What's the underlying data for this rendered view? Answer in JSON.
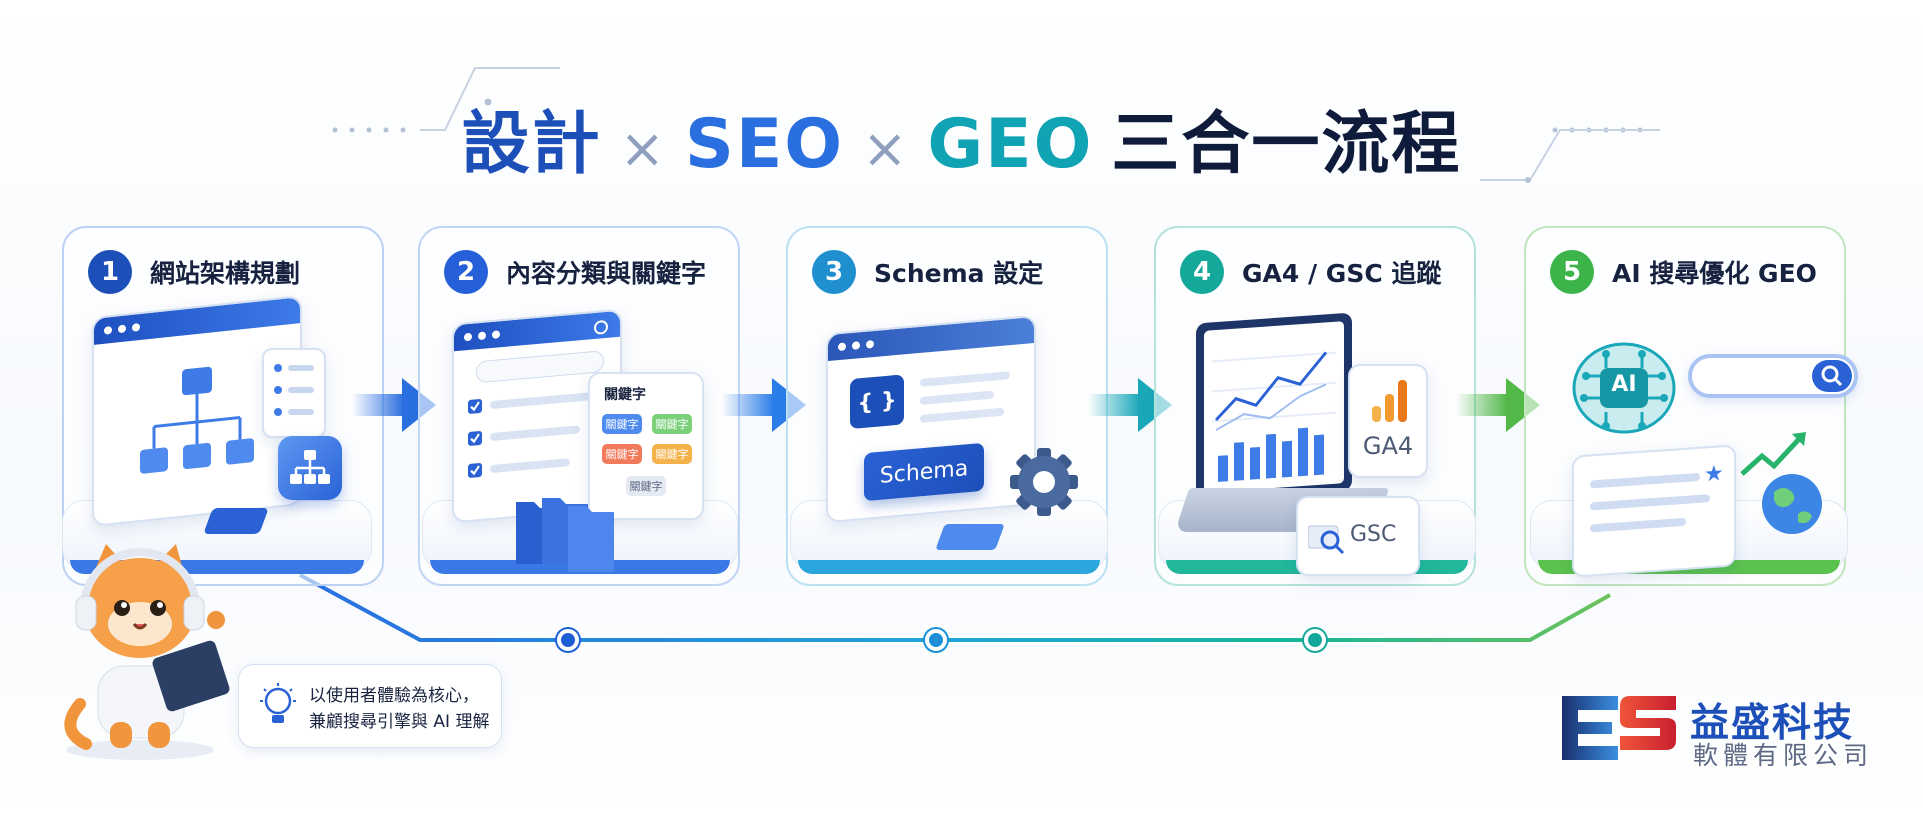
{
  "title": {
    "part1": "設計",
    "sep1": "×",
    "part2": "SEO",
    "sep2": "×",
    "part3": "GEO",
    "part4": "三合一流程"
  },
  "colors": {
    "blue_dark": "#1d4fb8",
    "blue": "#2a6fe0",
    "teal": "#0fa3b3",
    "green": "#3cb44a",
    "navy": "#0f1b3a"
  },
  "steps": [
    {
      "number": "1",
      "label": "網站架構規劃",
      "color": "#1d4fb8"
    },
    {
      "number": "2",
      "label": "內容分類與關鍵字",
      "color": "#2560d8"
    },
    {
      "number": "3",
      "label": "Schema 設定",
      "color": "#1f8fd0"
    },
    {
      "number": "4",
      "label": "GA4 / GSC 追蹤",
      "color": "#14a89a"
    },
    {
      "number": "5",
      "label": "AI 搜尋優化 GEO",
      "color": "#3cb44a"
    }
  ],
  "step2_card": {
    "heading": "關鍵字",
    "tags": [
      "關鍵字",
      "關鍵字",
      "關鍵字",
      "關鍵字",
      "關鍵字"
    ]
  },
  "step3_card": {
    "code_symbol": "{ }",
    "button_label": "Schema"
  },
  "step4_card": {
    "ga4_label": "GA4",
    "gsc_label": "GSC"
  },
  "step5_card": {
    "ai_label": "AI"
  },
  "callout": {
    "line1": "以使用者體驗為核心，",
    "line2": "兼顧搜尋引擎與 AI 理解"
  },
  "logo": {
    "name": "益盛科技",
    "subtitle": "軟體有限公司"
  },
  "icons": [
    "sitemap-icon",
    "search-icon",
    "folder-icon",
    "gear-icon",
    "bar-chart-icon",
    "brain-icon",
    "globe-icon",
    "trend-arrow-icon",
    "lightbulb-icon",
    "cat-mascot-icon",
    "star-icon"
  ]
}
